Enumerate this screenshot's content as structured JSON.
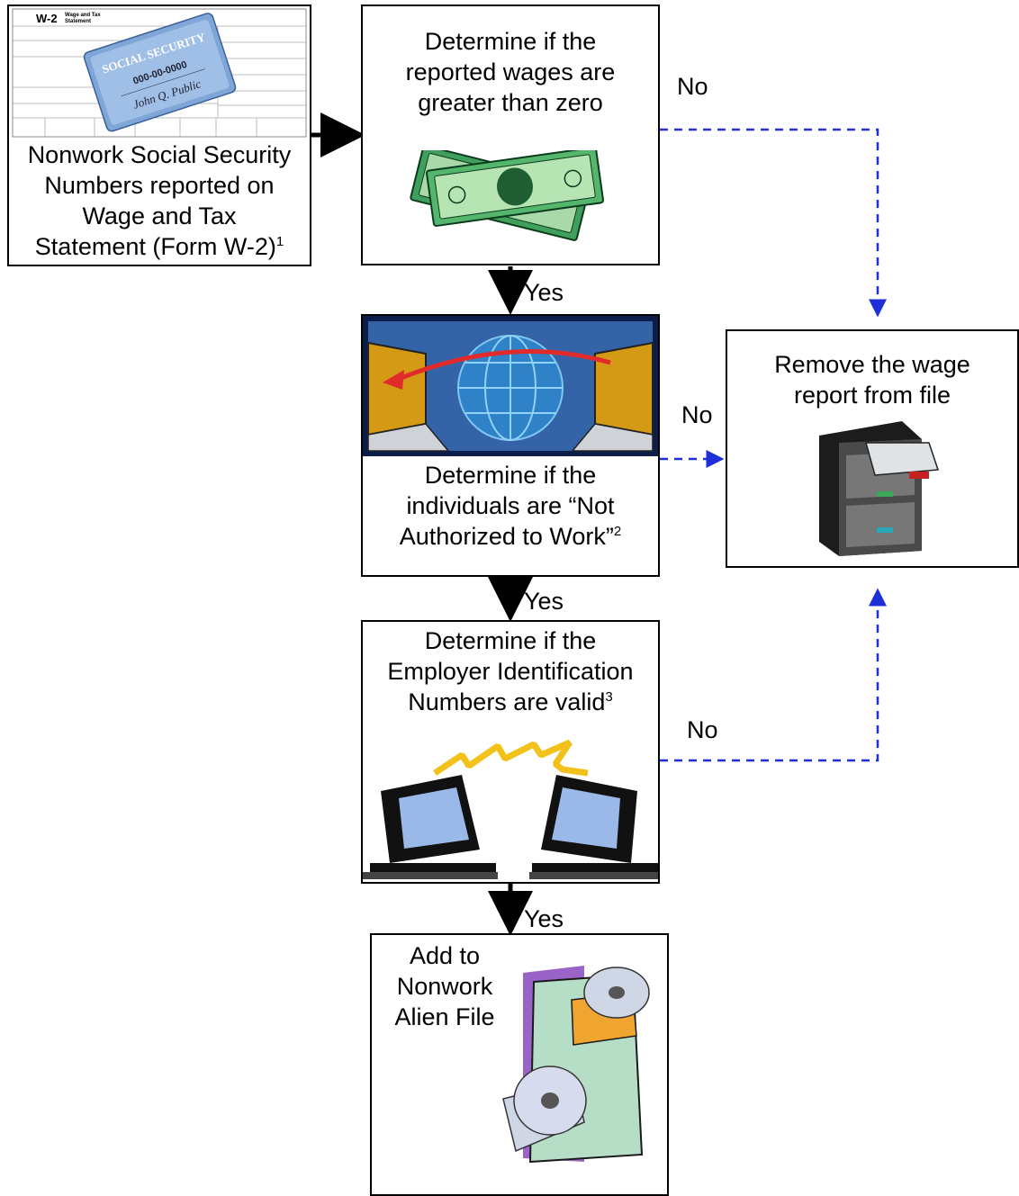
{
  "w2_box": {
    "form_title": "W-2",
    "form_subtitle_1": "Wage and Tax",
    "form_subtitle_2": "Statement",
    "card_title": "SOCIAL SECURITY",
    "card_number": "000-00-0000",
    "card_name": "John Q. Public",
    "caption_line1": "Nonwork Social Security",
    "caption_line2": "Numbers reported on",
    "caption_line3": "Wage and Tax",
    "caption_line4": "Statement (Form W-2)",
    "caption_note": "1"
  },
  "step_wages": {
    "line1": "Determine if the",
    "line2": "reported wages are",
    "line3": "greater than zero"
  },
  "step_authorized": {
    "line1": "Determine if the",
    "line2": "individuals are “Not",
    "line3": "Authorized to Work”",
    "note": "2"
  },
  "step_ein": {
    "line1": "Determine if the",
    "line2": "Employer Identification",
    "line3": "Numbers are valid",
    "note": "3"
  },
  "remove_box": {
    "line1": "Remove the wage",
    "line2": "report from file"
  },
  "add_box": {
    "line1": "Add to",
    "line2": "Nonwork",
    "line3": "Alien File"
  },
  "edge_labels": {
    "yes1": "Yes",
    "yes2": "Yes",
    "yes3": "Yes",
    "no1": "No",
    "no2": "No",
    "no3": "No"
  },
  "colors": {
    "yes_arrow": "#000000",
    "no_arrow": "#1f2fd8"
  }
}
